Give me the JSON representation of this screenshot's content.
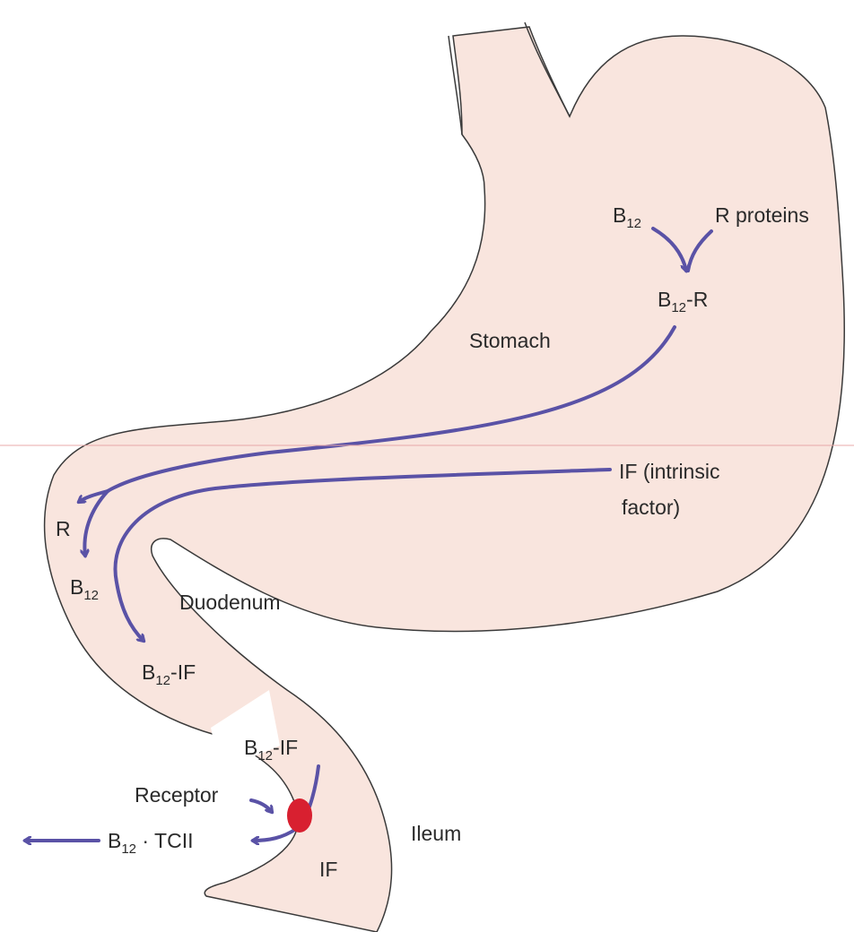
{
  "labels": {
    "b12_top": "B",
    "b12_top_sub": "12",
    "r_proteins": "R proteins",
    "b12r_main": "B",
    "b12r_sub": "12",
    "b12r_suffix": "-R",
    "stomach": "Stomach",
    "if_intrinsic_1": "IF (intrinsic",
    "if_intrinsic_2": "factor)",
    "r": "R",
    "b12_mid": "B",
    "b12_mid_sub": "12",
    "duodenum": "Duodenum",
    "b12if_1_main": "B",
    "b12if_1_sub": "12",
    "b12if_1_suffix": "-IF",
    "b12if_2_main": "B",
    "b12if_2_sub": "12",
    "b12if_2_suffix": "-IF",
    "receptor": "Receptor",
    "b12tcii_main": "B",
    "b12tcii_sub": "12",
    "b12tcii_suffix": " · TCII",
    "ileum": "Ileum",
    "if_bottom": "IF"
  },
  "colors": {
    "tissue_fill": "#f9e5de",
    "outline": "#3a3a3a",
    "arrow": "#5a52a6",
    "receptor": "#d82030",
    "text": "#2a2a2a"
  }
}
